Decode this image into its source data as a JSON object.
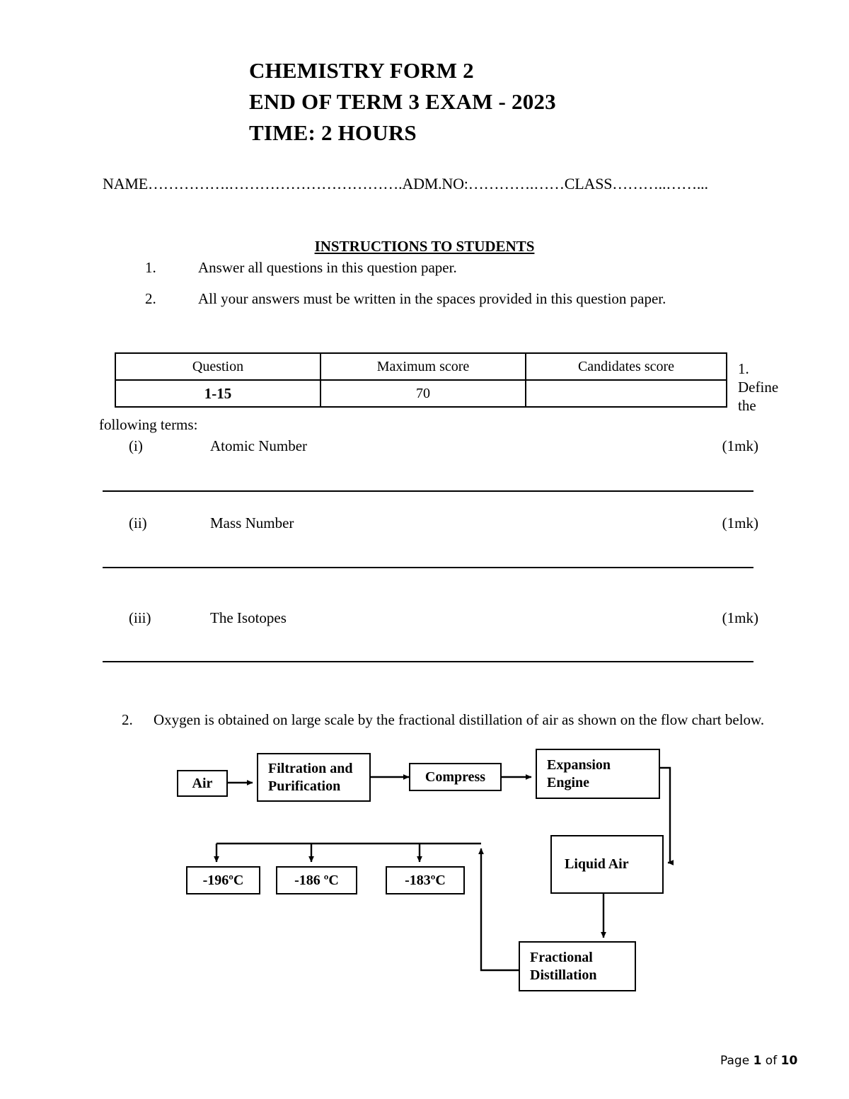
{
  "header": {
    "title_lines": [
      "CHEMISTRY FORM 2",
      "END OF TERM 3 EXAM - 2023",
      "TIME: 2 HOURS"
    ],
    "name_line": "NAME…………….…………………………….ADM.NO:………….……CLASS………..……..."
  },
  "instructions": {
    "heading": "INSTRUCTIONS TO STUDENTS",
    "items": [
      {
        "num": "1.",
        "text": "Answer all questions in this question paper."
      },
      {
        "num": "2.",
        "text": "All your answers must be written in the spaces provided in this question paper."
      }
    ]
  },
  "score_table": {
    "headers": [
      "Question",
      "Maximum score",
      "Candidates score"
    ],
    "rows": [
      {
        "question": "1-15",
        "maximum_score": "70",
        "candidates_score": ""
      }
    ]
  },
  "question1": {
    "side_note": [
      "1.",
      "Define",
      "the"
    ],
    "lead_in": "following terms:",
    "items": [
      {
        "roman": "(i)",
        "text": "Atomic Number",
        "marks": "(1mk)"
      },
      {
        "roman": "(ii)",
        "text": "Mass Number",
        "marks": "(1mk)"
      },
      {
        "roman": "(iii)",
        "text": "The Isotopes",
        "marks": "(1mk)"
      }
    ]
  },
  "question2": {
    "num": "2.",
    "text": "Oxygen is obtained on large scale by the fractional distillation of air as shown on the flow chart below."
  },
  "flowchart": {
    "boxes": {
      "air": "Air",
      "filtration": "Filtration and Purification",
      "filtration_line1": "Filtration and",
      "filtration_line2": "Purification",
      "compress": "Compress",
      "expansion_line1": "Expansion",
      "expansion_line2": "Engine",
      "temp1": "-196ºC",
      "temp2": "-186 ºC",
      "temp3": "-183ºC",
      "liquid_air": "Liquid Air",
      "fractional_line1": "Fractional",
      "fractional_line2": "Distillation"
    }
  },
  "footer": {
    "prefix": "Page ",
    "page": "1",
    "middle": " of ",
    "total": "10"
  }
}
